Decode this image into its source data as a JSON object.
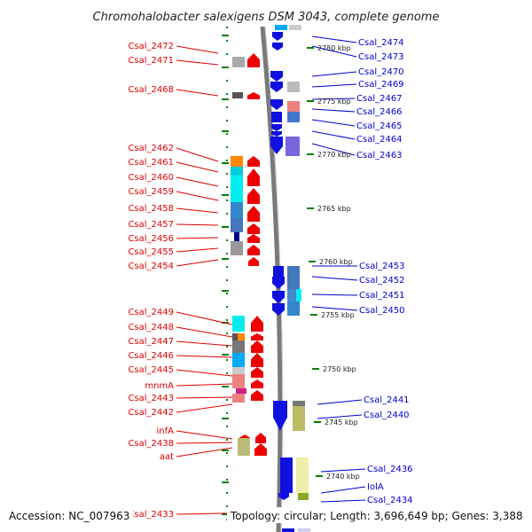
{
  "title": "Chromohalobacter salexigens DSM 3043, complete genome",
  "accession": "Accession: NC_007963",
  "topology": "Topology: circular; Length: 3,696,649 bp; Genes: 3,388",
  "colors": {
    "forward_label": "#e00000",
    "reverse_label": "#0000cc",
    "ruler_tick": "#008000",
    "backbone": "#808080"
  },
  "ruler_ticks": [
    "2780 kbp",
    "2775 kbp",
    "2770 kbp",
    "2765 kbp",
    "2760 kbp",
    "2755 kbp",
    "2750 kbp",
    "2745 kbp",
    "2740 kbp"
  ],
  "left_genes": [
    "Csal_2472",
    "Csal_2471",
    "Csal_2468",
    "Csal_2462",
    "Csal_2461",
    "Csal_2460",
    "Csal_2459",
    "Csal_2458",
    "Csal_2457",
    "Csal_2456",
    "Csal_2455",
    "Csal_2454",
    "Csal_2449",
    "Csal_2448",
    "Csal_2447",
    "Csal_2446",
    "Csal_2445",
    "mnmA",
    "Csal_2443",
    "Csal_2442",
    "infA",
    "Csal_2438",
    "aat",
    "Csal_2433"
  ],
  "right_genes": [
    "Csal_2474",
    "Csal_2473",
    "Csal_2470",
    "Csal_2469",
    "Csal_2467",
    "Csal_2466",
    "Csal_2465",
    "Csal_2464",
    "Csal_2463",
    "Csal_2453",
    "Csal_2452",
    "Csal_2451",
    "Csal_2450",
    "Csal_2441",
    "Csal_2440",
    "Csal_2436",
    "IolA",
    "Csal_2434"
  ]
}
